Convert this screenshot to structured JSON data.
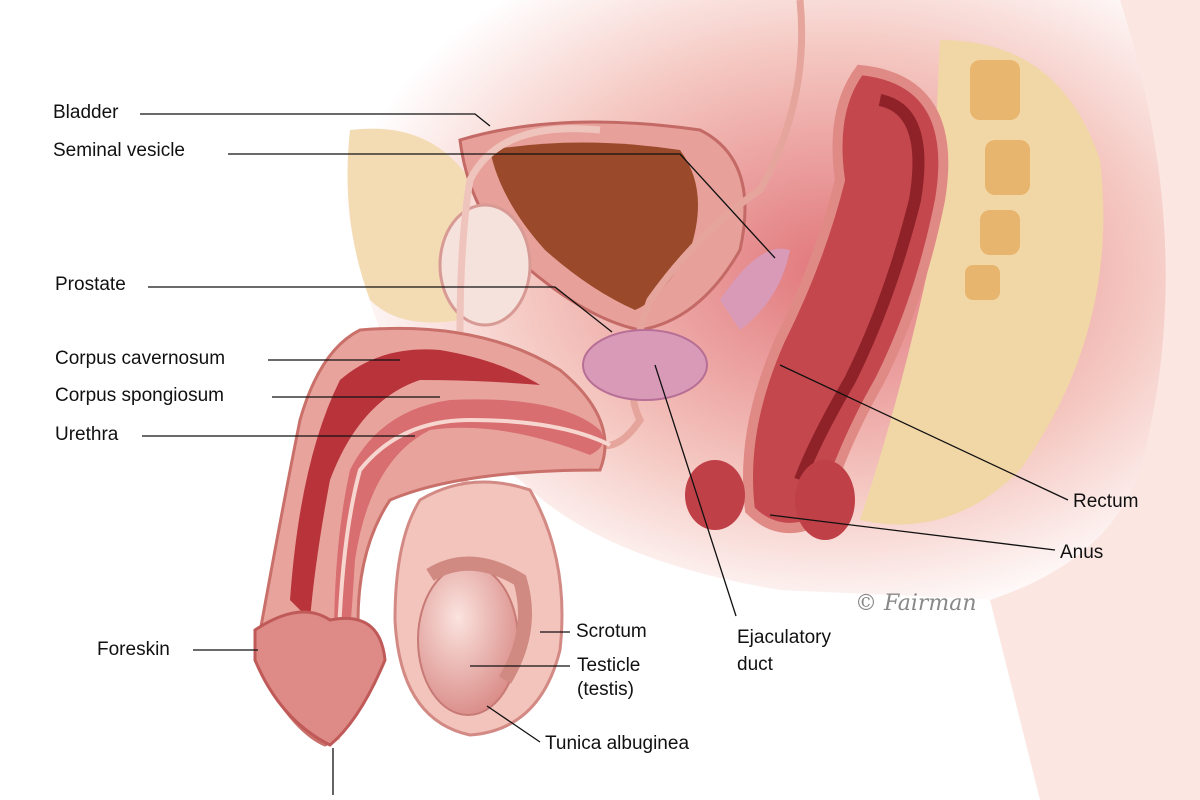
{
  "labels": {
    "bladder": "Bladder",
    "seminal_vesicle": "Seminal vesicle",
    "prostate": "Prostate",
    "corpus_cavernosum": "Corpus cavernosum",
    "corpus_spongiosum": "Corpus spongiosum",
    "urethra": "Urethra",
    "foreskin": "Foreskin",
    "scrotum": "Scrotum",
    "testicle": "Testicle",
    "testis": "(testis)",
    "tunica_albuginea": "Tunica albuginea",
    "ejaculatory": "Ejaculatory",
    "duct": "duct",
    "rectum": "Rectum",
    "anus": "Anus"
  },
  "signature": "© Fairman",
  "colors": {
    "tissue": "#e8a09a",
    "deep": "#b8343a",
    "fat": "#f1d6a6",
    "bladder": "#9a4a2a",
    "prostate": "#d99ab8"
  }
}
